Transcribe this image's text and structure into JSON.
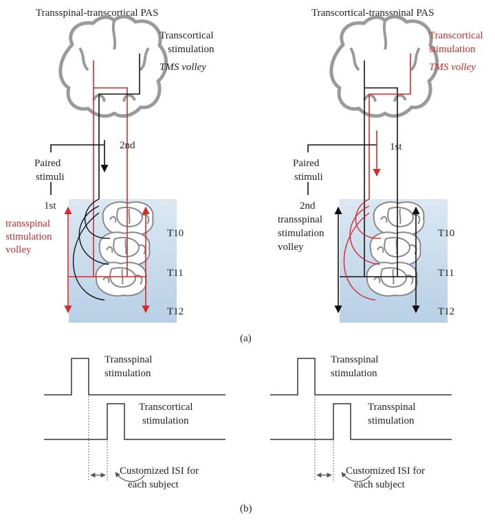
{
  "figure": {
    "colors": {
      "black": "#111111",
      "red": "#d42a2a",
      "gray": "#9a9a9a",
      "spine_bg_top": "#dbe8f3",
      "spine_bg_bottom": "#b8d0e6",
      "text": "#222222"
    },
    "panel_a": {
      "left": {
        "title": "Transspinal-transcortical PAS",
        "cortical_line1": "Transcortical",
        "cortical_line2": "stimulation",
        "cortical_volley": "TMS volley",
        "order_top": "2nd",
        "paired_line1": "Paired",
        "paired_line2": "stimuli",
        "order_bottom": "1st",
        "spinal_line1": "transspinal",
        "spinal_line2": "stimulation",
        "spinal_line3": "volley"
      },
      "right": {
        "title": "Transcortical-transspinal PAS",
        "cortical_line1": "Transcortical",
        "cortical_line2": "stimulation",
        "cortical_volley": "TMS volley",
        "order_top": "1st",
        "paired_line1": "Paired",
        "paired_line2": "stimuli",
        "order_bottom": "2nd",
        "spinal_line1": "transspinal",
        "spinal_line2": "stimulation",
        "spinal_line3": "volley"
      },
      "segments": [
        "T10",
        "T11",
        "T12"
      ],
      "caption": "(a)"
    },
    "panel_b": {
      "left": {
        "top_line1": "Transspinal",
        "top_line2": "stimulation",
        "bottom_line1": "Transcortical",
        "bottom_line2": "stimulation",
        "isi_line1": "Customized ISI for",
        "isi_line2": "each subject"
      },
      "right": {
        "top_line1": "Transspinal",
        "top_line2": "stimulation",
        "bottom_line1": "Transspinal",
        "bottom_line2": "stimulation",
        "isi_line1": "Customized ISI for",
        "isi_line2": "each subject"
      },
      "caption": "(b)"
    }
  }
}
